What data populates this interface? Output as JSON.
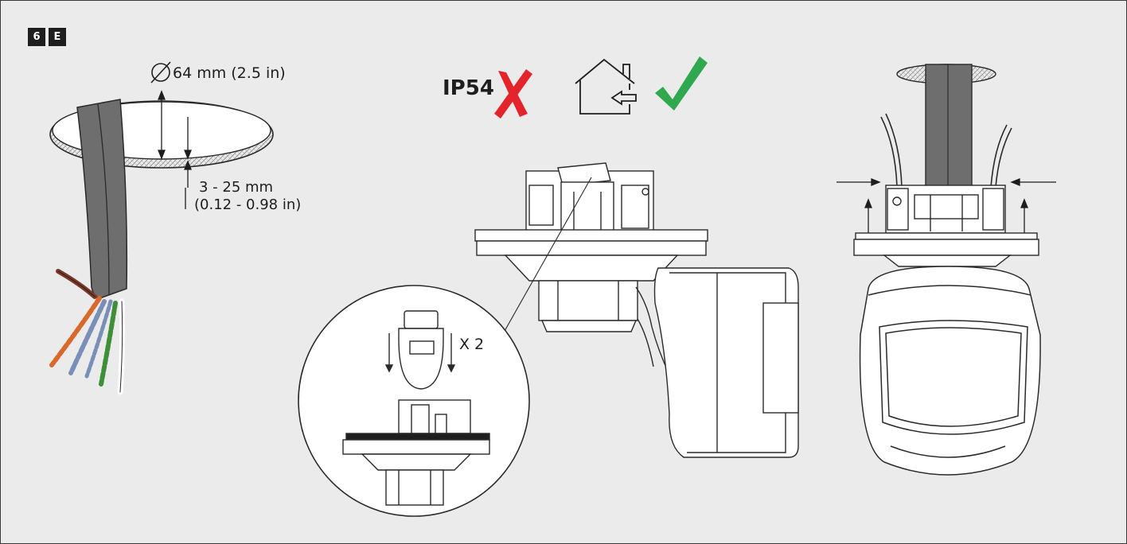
{
  "badges": {
    "step": "6",
    "section": "E"
  },
  "labels": {
    "hole_diameter": "64 mm (2.5 in)",
    "ceiling_thickness_1": "3 - 25 mm",
    "ceiling_thickness_2": "(0.12 - 0.98 in)",
    "ip_rating": "IP54",
    "multiplier": "X 2"
  },
  "icons": {
    "diameter": "diameter-icon",
    "not_ok": "red-cross-icon",
    "indoor": "indoor-house-icon",
    "ok": "green-check-icon"
  },
  "colors": {
    "cross": "#e3252b",
    "check": "#2fa84f",
    "cable": "#6e6e6e",
    "wire_orange": "#d9692b",
    "wire_blue": "#7a8fb8",
    "wire_green": "#3f8f3a",
    "wire_brown": "#7a3a2a"
  }
}
